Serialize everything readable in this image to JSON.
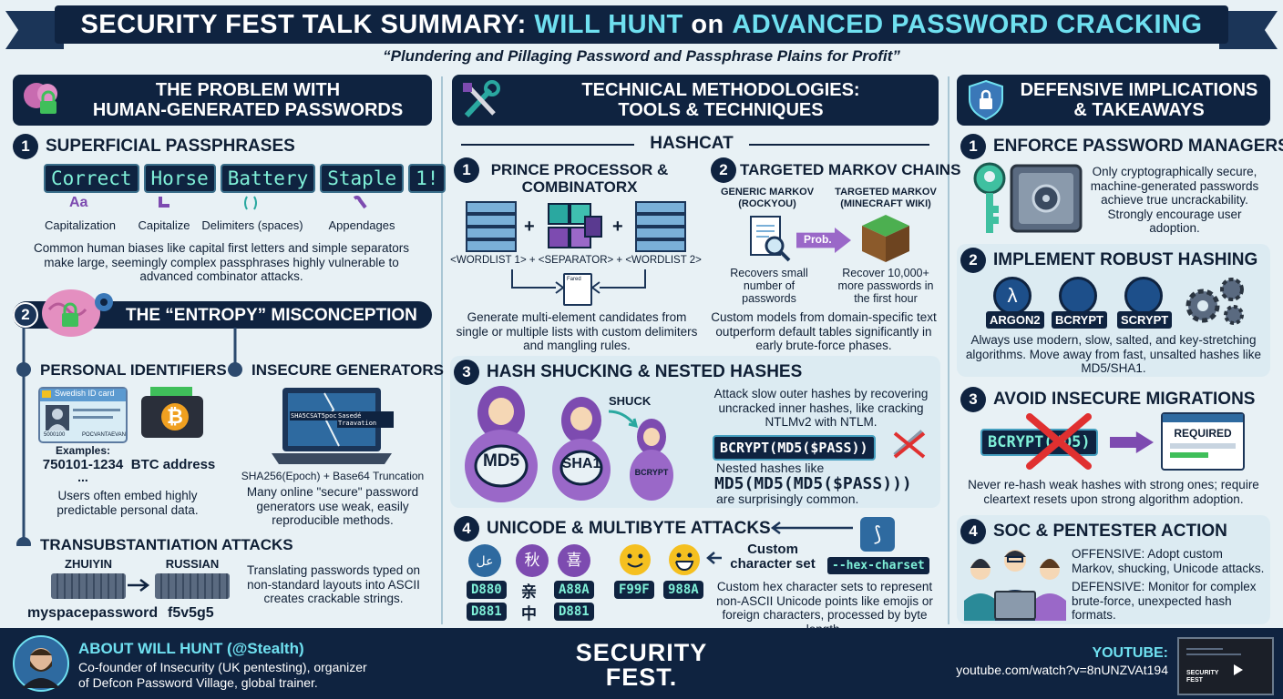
{
  "header": {
    "title_part1": "SECURITY FEST TALK SUMMARY:",
    "title_part2": "WILL HUNT",
    "title_part3": "on",
    "title_part4": "ADVANCED PASSWORD CRACKING",
    "subtitle": "“Plundering and Pillaging Password and Passphrase Plains for Profit”"
  },
  "left": {
    "header_line1": "THE PROBLEM WITH",
    "header_line2": "HUMAN-GENERATED PASSWORDS",
    "s1": {
      "num": "1",
      "title": "SUPERFICIAL PASSPHRASES",
      "words": [
        "Correct",
        "Horse",
        "Battery",
        "Staple",
        "1!"
      ],
      "labels": [
        "Capitalization",
        "Capitalize",
        "Delimiters (spaces)",
        "Appendages"
      ],
      "icon_glyphs": [
        "Aa"
      ],
      "text": "Common human biases like capital first letters and simple separators make large, seemingly complex passphrases highly vulnerable to advanced combinator attacks."
    },
    "s2": {
      "num": "2",
      "title": "THE “ENTROPY” MISCONCEPTION",
      "personal": {
        "title": "PERSONAL IDENTIFIERS",
        "card_title": "Swedish ID card",
        "card_small_1": "5000100",
        "card_small_2": "POCVANTAEVAN",
        "examples_label": "Examples:",
        "example_value": "750101-1234",
        "ellipsis": "...",
        "btc_label": "BTC address",
        "btc_glyph": "₿",
        "text": "Users often embed highly predictable personal data."
      },
      "generators": {
        "title": "INSECURE GENERATORS",
        "screen_left": "SHA5CSAT5poct))",
        "screen_right": "Sasedé Traavation",
        "caption": "SHA256(Epoch) + Base64 Truncation",
        "text": "Many online \"secure\" password generators use weak, easily reproducible methods."
      }
    },
    "s3": {
      "title": "TRANSUBSTANTIATION ATTACKS",
      "label_left": "ZHUIYIN",
      "label_right": "RUSSIAN",
      "value_left": "myspacepassword",
      "value_right": "f5v5g5",
      "text": "Translating passwords typed on non-standard layouts into ASCII creates crackable strings."
    }
  },
  "middle": {
    "header_line1": "TECHNICAL METHODOLOGIES:",
    "header_line2": "TOOLS & TECHNIQUES",
    "hashcat_label": "HASHCAT",
    "s1": {
      "num": "1",
      "title_line1": "PRINCE PROCESSOR &",
      "title_line2": "COMBINATORX",
      "plus": "+",
      "formula": "<WORDLIST 1> + <SEPARATOR> + <WORDLIST 2>",
      "doc_label": "Fared",
      "text": "Generate multi-element candidates from single or multiple lists with custom delimiters and mangling rules."
    },
    "s2": {
      "num": "2",
      "title": "TARGETED MARKOV CHAINS",
      "generic_label_1": "GENERIC MARKOV",
      "generic_label_2": "(ROCKYOU)",
      "targeted_label_1": "TARGETED MARKOV",
      "targeted_label_2": "(MINECRAFT WIKI)",
      "arrow_label": "Prob.",
      "generic_result": "Recovers small number of passwords",
      "targeted_result": "Recover 10,000+ more passwords in the first hour",
      "text": "Custom models from domain-specific text outperform default tables significantly in early brute-force phases."
    },
    "s3": {
      "num": "3",
      "title": "HASH SHUCKING & NESTED HASHES",
      "doll1": "MD5",
      "doll2": "SHA1",
      "doll3": "BCRYPT",
      "shuck_label": "SHUCK",
      "text1": "Attack slow outer hashes by recovering uncracked inner hashes, like cracking NTLMv2 with NTLM.",
      "code": "BCRYPT(MD5($PASS))",
      "nested_label": "Nested hashes like",
      "nested_code": "MD5(MD5(MD5($PASS)))",
      "nested_tail": "are surprisingly common."
    },
    "s4": {
      "num": "4",
      "title": "UNICODE & MULTIBYTE ATTACKS",
      "glyphs": [
        "عل",
        "秋",
        "喜"
      ],
      "hex_row1": [
        "D880",
        "A88A",
        "F99F",
        "988A"
      ],
      "hex_row2": [
        "D881",
        "D881"
      ],
      "cjk_a": "亲",
      "cjk_b": "中",
      "charset_label_1": "Custom",
      "charset_label_2": "character set",
      "charset_flag": "--hex-charset",
      "text": "Custom hex character sets to represent non-ASCII Unicode points like emojis or foreign characters, processed by byte length."
    }
  },
  "right": {
    "header_line1": "DEFENSIVE IMPLICATIONS",
    "header_line2": "& TAKEAWAYS",
    "s1": {
      "num": "1",
      "title": "ENFORCE PASSWORD MANAGERS",
      "text": "Only cryptographically secure, machine-generated passwords achieve true uncrackability. Strongly encourage user adoption."
    },
    "s2": {
      "num": "2",
      "title": "IMPLEMENT ROBUST HASHING",
      "badges": [
        "ARGON2",
        "BCRYPT",
        "SCRYPT"
      ],
      "text": "Always use modern, slow, salted, and key-stretching algorithms. Move away from fast, unsalted hashes like MD5/SHA1."
    },
    "s3": {
      "num": "3",
      "title": "AVOID INSECURE MIGRATIONS",
      "code": "BCRYPT(MD5)",
      "required_label": "REQUIRED",
      "text": "Never re-hash weak hashes with strong ones; require cleartext resets upon strong algorithm adoption."
    },
    "s4": {
      "num": "4",
      "title": "SOC & PENTESTER ACTION",
      "offensive": "OFFENSIVE: Adopt custom Markov, shucking, Unicode attacks.",
      "defensive": "DEFENSIVE: Monitor for complex brute-force, unexpected hash formats."
    }
  },
  "footer": {
    "about_title": "ABOUT WILL HUNT (@Stealth)",
    "about_line1": "Co-founder of Insecurity (UK pentesting), organizer",
    "about_line2": "of Defcon Password Village, global trainer.",
    "logo_line1": "SECURITY",
    "logo_line2": "FEST.",
    "youtube_label": "YOUTUBE:",
    "youtube_url": "youtube.com/watch?v=8nUNZVAt194",
    "thumb_line1": "SECURITY",
    "thumb_line2": "FEST"
  },
  "colors": {
    "navy": "#0f2340",
    "cyan": "#6fe0f0",
    "purple": "#7d4bb0",
    "teal": "#2aa8a0",
    "red": "#e03030",
    "background": "#e8f1f5"
  }
}
